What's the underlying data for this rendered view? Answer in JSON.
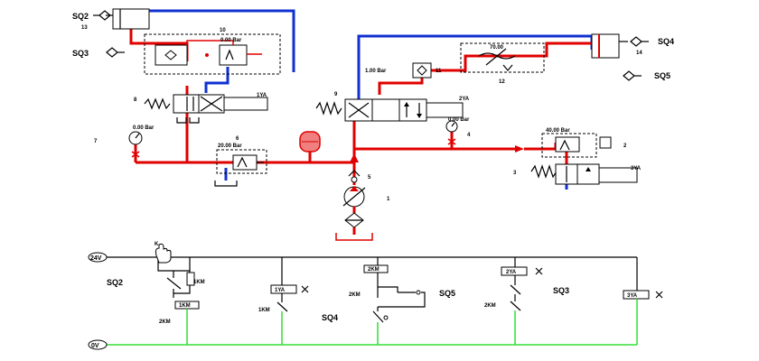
{
  "hydraulic": {
    "labels": {
      "sq2_top": "SQ2",
      "sq3_top": "SQ3",
      "sq4_top": "SQ4",
      "sq5_top": "SQ5",
      "n13": "13",
      "n10": "10",
      "n8": "8",
      "n7": "7",
      "n6": "6",
      "n9": "9",
      "n11": "11",
      "n12": "12",
      "n14": "14",
      "n4": "4",
      "n2": "2",
      "n3": "3",
      "n5": "5",
      "n1": "1",
      "ya1": "1YA",
      "ya2": "2YA",
      "ya3": "3YA"
    },
    "gauges": {
      "g10": "0.00 Bar",
      "g7": "0.00 Bar",
      "g6": "20.00 Bar",
      "g11": "1.00 Bar",
      "g12": "70.00",
      "g4": "0.00 Bar",
      "g2": "40.00 Bar"
    }
  },
  "electrical": {
    "rail_top": "24V",
    "rail_bottom": "0V",
    "labels": {
      "k": "K",
      "sq2": "SQ2",
      "sq5": "SQ5",
      "sq3": "SQ3",
      "sq4": "SQ4",
      "km1_a": "1KM",
      "km1_coil": "1KM",
      "km2_a": "2KM",
      "ya1": "1YA",
      "km1_b": "1KM",
      "km2_coil": "2KM",
      "km2_b": "2KM",
      "ya2": "2YA",
      "km2_c": "2KM",
      "ya3": "3YA"
    }
  },
  "colors": {
    "pressure_line": "#e00000",
    "return_line": "#1030d0",
    "energized_wire": "#33dd33"
  }
}
